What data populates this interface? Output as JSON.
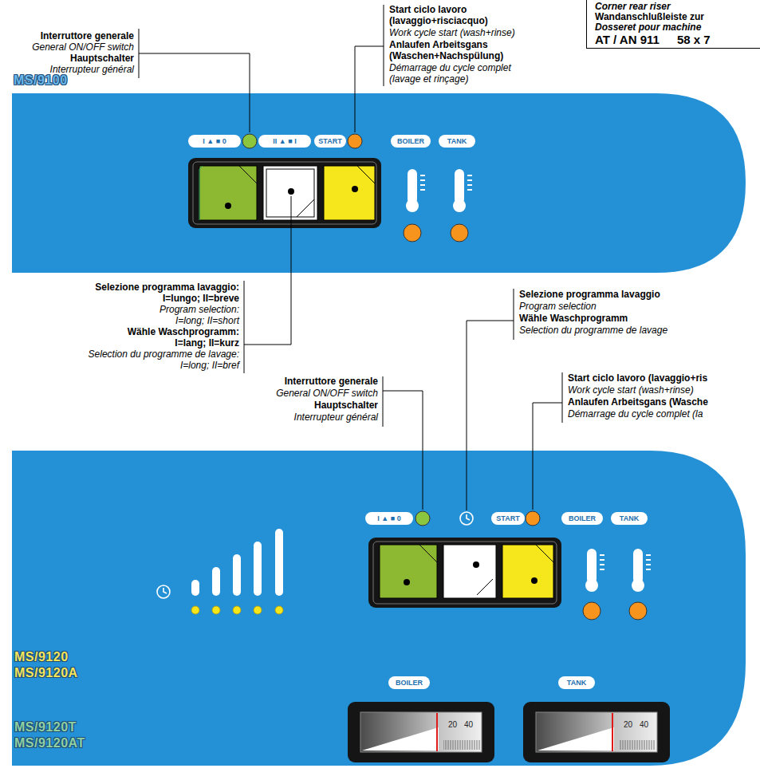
{
  "diagram": {
    "nodes": [
      {
        "text": [
          "Corner rear riser",
          "Wandanschlußleiste zur",
          "Dosseret pour machine",
          "AT / AN 911",
          "58 x 7"
        ]
      },
      {
        "text": [
          "MS/9100"
        ]
      },
      {
        "text": [
          "I ▲ ■ 0"
        ],
        "in": 1
      },
      {
        "text": [
          "II ▲ ■ I"
        ],
        "in": 1
      },
      {
        "text": [
          "START"
        ],
        "in": 1
      },
      {
        "text": [
          "BOILER"
        ],
        "in": 1
      },
      {
        "text": [
          "TANK"
        ],
        "in": 1
      },
      {
        "text": [
          "MS/9120",
          "MS/9120A",
          "MS/9120T",
          "MS/9120AT"
        ]
      },
      {
        "text": [
          "I ▲ ■ 0"
        ],
        "in": 7
      },
      {
        "text": [
          "START"
        ],
        "in": 7
      },
      {
        "text": [
          "BOILER"
        ],
        "in": 7
      },
      {
        "text": [
          "TANK"
        ],
        "in": 7
      },
      {
        "text": [
          "BOILER"
        ],
        "in": 7
      },
      {
        "text": [
          "TANK"
        ],
        "in": 7
      },
      {
        "text": [
          "20",
          "40"
        ],
        "in": 7
      },
      {
        "text": [
          "20",
          "40"
        ],
        "in": 7
      }
    ],
    "labels": [
      "Interruttore generale",
      "General ON/OFF switch",
      "Hauptschalter",
      "Interrupteur général",
      "Start ciclo lavoro (lavaggio+risciacquo)",
      "Work cycle start (wash+rinse)",
      "Anlaufen Arbeitsgans (Waschen+Nachspülung)",
      "Démarrage du cycle complet (lavage et rinçage)",
      "Selezione programma lavaggio:",
      "I=lungo; II=breve",
      "Program selection:",
      "I=long; II=short",
      "Wähle Waschprogramm:",
      "I=lang; II=kurz",
      "Selection du programme de lavage:",
      "I=long; II=bref",
      "Selezione programma lavaggio",
      "Program selection",
      "Wähle Waschprogramm",
      "Selection du programme de lavage",
      "Interruttore generale",
      "General ON/OFF switch",
      "Hauptschalter",
      "Interrupteur général",
      "Start ciclo lavoro (lavaggio+ris",
      "Work cycle start (wash+rinse)",
      "Anlaufen Arbeitsgans (Wasche",
      "Démarrage du cycle complet (la"
    ]
  }
}
